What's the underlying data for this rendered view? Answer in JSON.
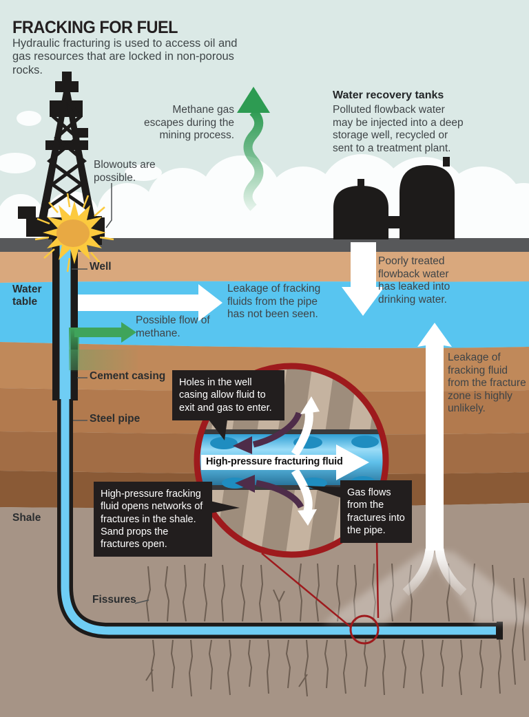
{
  "page": {
    "title": "FRACKING FOR FUEL",
    "subtitle": "Hydraulic fracturing is used to access oil and gas resources that are locked in non-porous rocks."
  },
  "annotations": {
    "methane": "Methane gas escapes during the mining process.",
    "blowouts": "Blowouts are possible.",
    "water_recovery_title": "Water recovery tanks",
    "water_recovery_body": "Polluted flowback water may be injected into a deep storage well, recycled or sent to a treatment plant.",
    "poorly_treated": "Poorly treated flowback water has leaked into drinking water.",
    "leakage_pipe": "Leakage of fracking fluids from the pipe has not been seen.",
    "possible_methane": "Possible flow of methane.",
    "leakage_fracture": "Leakage of fracking fluid from the fracture zone is highly unlikely."
  },
  "labels": {
    "well": "Well",
    "water_table": "Water table",
    "cement_casing": "Cement casing",
    "steel_pipe": "Steel pipe",
    "shale": "Shale",
    "fissures": "Fissures"
  },
  "magnifier": {
    "fluid_arrow_label": "High-pressure fracturing fluid",
    "holes_note": "Holes in the well casing allow fluid to exit and gas to enter.",
    "fracking_note": "High-pressure fracking fluid opens networks of fractures in the shale. Sand props the fractures open.",
    "gas_note": "Gas flows from the fractures into the pipe."
  },
  "colors": {
    "sky": "#dbe9e6",
    "cloud": "#fbfdfd",
    "surface": "#57585a",
    "topsoil": "#d9a87d",
    "water": "#58c5f0",
    "soil_band_1": "#c0895a",
    "soil_band_2": "#b27a4e",
    "soil_band_3": "#a26d45",
    "soil_band_4": "#8a5a36",
    "shale": "#a69486",
    "rig_black": "#1d1b1a",
    "fluid_blue": "#6fcdf4",
    "arrow_white": "#ffffff",
    "methane_green": "#3fa45b",
    "gas_purple": "#4e2c49",
    "magnifier_red": "#9e1a1d",
    "blowout_yellow": "#fcca3e",
    "callout_bg": "#221e1e",
    "callout_text": "#ffffff"
  }
}
